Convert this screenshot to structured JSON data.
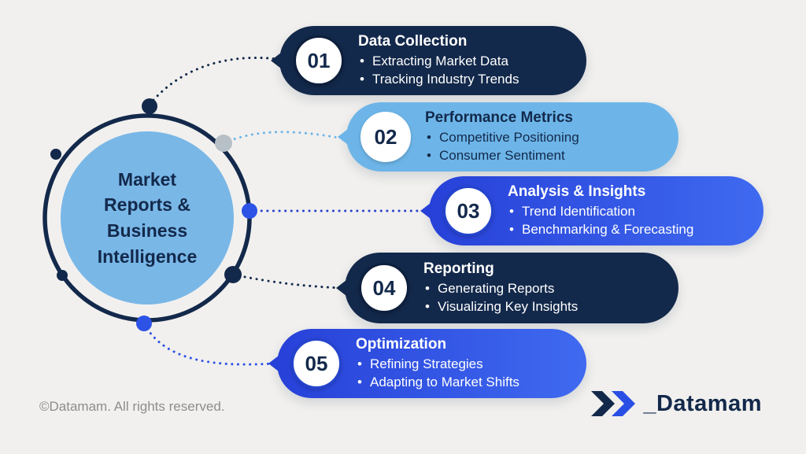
{
  "palette": {
    "background": "#f1f0ee",
    "navy": "#13294b",
    "light_blue": "#6db5e8",
    "royal_blue": "#2d52e6",
    "center_circle": "#79b7e7",
    "gray_dot": "#b7bfc7",
    "copyright_gray": "#8d8d8d"
  },
  "center": {
    "title": "Market Reports & Business Intelligence"
  },
  "steps": [
    {
      "num": "01",
      "title": "Data Collection",
      "bullets": [
        "Extracting Market Data",
        "Tracking Industry Trends"
      ],
      "theme_color": "#13294b"
    },
    {
      "num": "02",
      "title": "Performance Metrics",
      "bullets": [
        "Competitive Positioning",
        "Consumer Sentiment"
      ],
      "theme_color": "#6db5e8"
    },
    {
      "num": "03",
      "title": "Analysis & Insights",
      "bullets": [
        "Trend Identification",
        "Benchmarking & Forecasting"
      ],
      "theme_color": "#2d52e6"
    },
    {
      "num": "04",
      "title": "Reporting",
      "bullets": [
        "Generating Reports",
        "Visualizing Key Insights"
      ],
      "theme_color": "#13294b"
    },
    {
      "num": "05",
      "title": "Optimization",
      "bullets": [
        "Refining Strategies",
        "Adapting to Market Shifts"
      ],
      "theme_color": "#2d52e6"
    }
  ],
  "footer": {
    "copyright": "©Datamam. All rights reserved."
  },
  "logo": {
    "wordmark": "_Datamam"
  }
}
